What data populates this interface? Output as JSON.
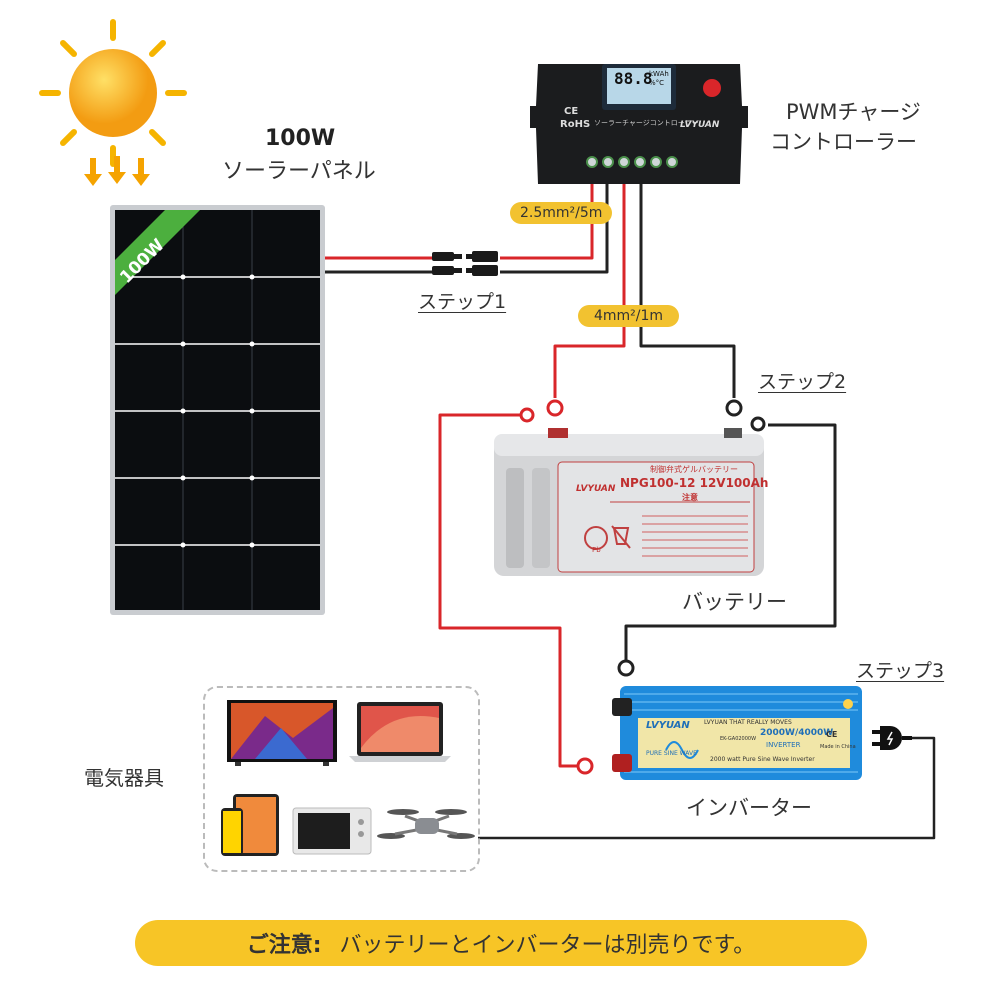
{
  "solar_panel": {
    "power": "100W",
    "name": "ソーラーパネル",
    "badge": "100W"
  },
  "controller": {
    "name_line1": "PWMチャージ",
    "name_line2": "コントローラー",
    "face_text": "ソーラーチャージコントローラー",
    "brand": "LVYUAN",
    "cert_ce": "CE",
    "cert_rohs": "RoHS",
    "lcd_digits": "88.8",
    "lcd_units": "kWAh %°C"
  },
  "cables": {
    "panel_cable": "2.5mm²/5m",
    "battery_cable": "4mm²/1m"
  },
  "steps": {
    "step1": "ステップ1",
    "step2": "ステップ2",
    "step3": "ステップ3"
  },
  "battery": {
    "name": "バッテリー",
    "brand": "LVYUAN",
    "type_text": "制御弁式ゲルバッテリー",
    "model": "NPG100-12 12V100Ah",
    "caution": "注意",
    "symbol_pb": "Pb"
  },
  "inverter": {
    "name": "インバーター",
    "brand": "LVYUAN",
    "tagline": "LVYUAN THAT REALLY MOVES",
    "power": "2000W/4000W",
    "subtitle": "INVERTER",
    "bottom_text": "2000 watt Pure Sine Wave Inverter",
    "wave_label": "PURE SINE WAVE",
    "model_code": "EK-GA02000W",
    "cert_ce": "CE",
    "made_in": "Made in China"
  },
  "appliances": {
    "label": "電気器具",
    "items": [
      "tv",
      "laptop",
      "tablet-phone",
      "microwave",
      "drone"
    ]
  },
  "note": {
    "title": "ご注意:",
    "text": "バッテリーとインバーターは別売りです。"
  },
  "colors": {
    "wire_red": "#d9262a",
    "wire_black": "#222222",
    "pill_yellow": "#f2c230",
    "note_yellow": "#f7c526",
    "badge_green": "#4caf3e",
    "inverter_blue": "#1f8bdc",
    "battery_gray": "#cfcfcf"
  }
}
